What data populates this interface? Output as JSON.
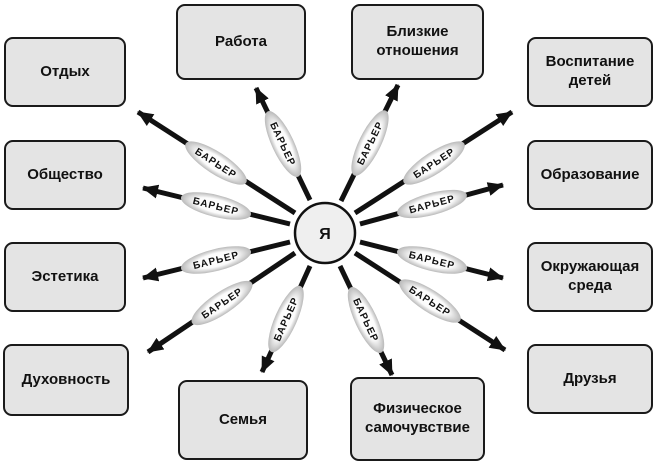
{
  "diagram": {
    "center_label": "Я",
    "barrier_label": "БАРЬЕР",
    "sectors": {
      "rest": "Отдых",
      "work": "Работа",
      "close_relationships": "Близкие отношения",
      "parenting": "Воспитание детей",
      "society": "Общество",
      "education": "Образование",
      "aesthetics": "Эстетика",
      "environment": "Окружающая среда",
      "spirituality": "Духовность",
      "friends": "Друзья",
      "family": "Семья",
      "physical_wellbeing": "Физическое самочувствие"
    },
    "colors": {
      "box_fill": "#e4e4e4",
      "box_border": "#1a1a1a",
      "arrow": "#111111",
      "capsule_edge": "#b9b9b9"
    }
  }
}
